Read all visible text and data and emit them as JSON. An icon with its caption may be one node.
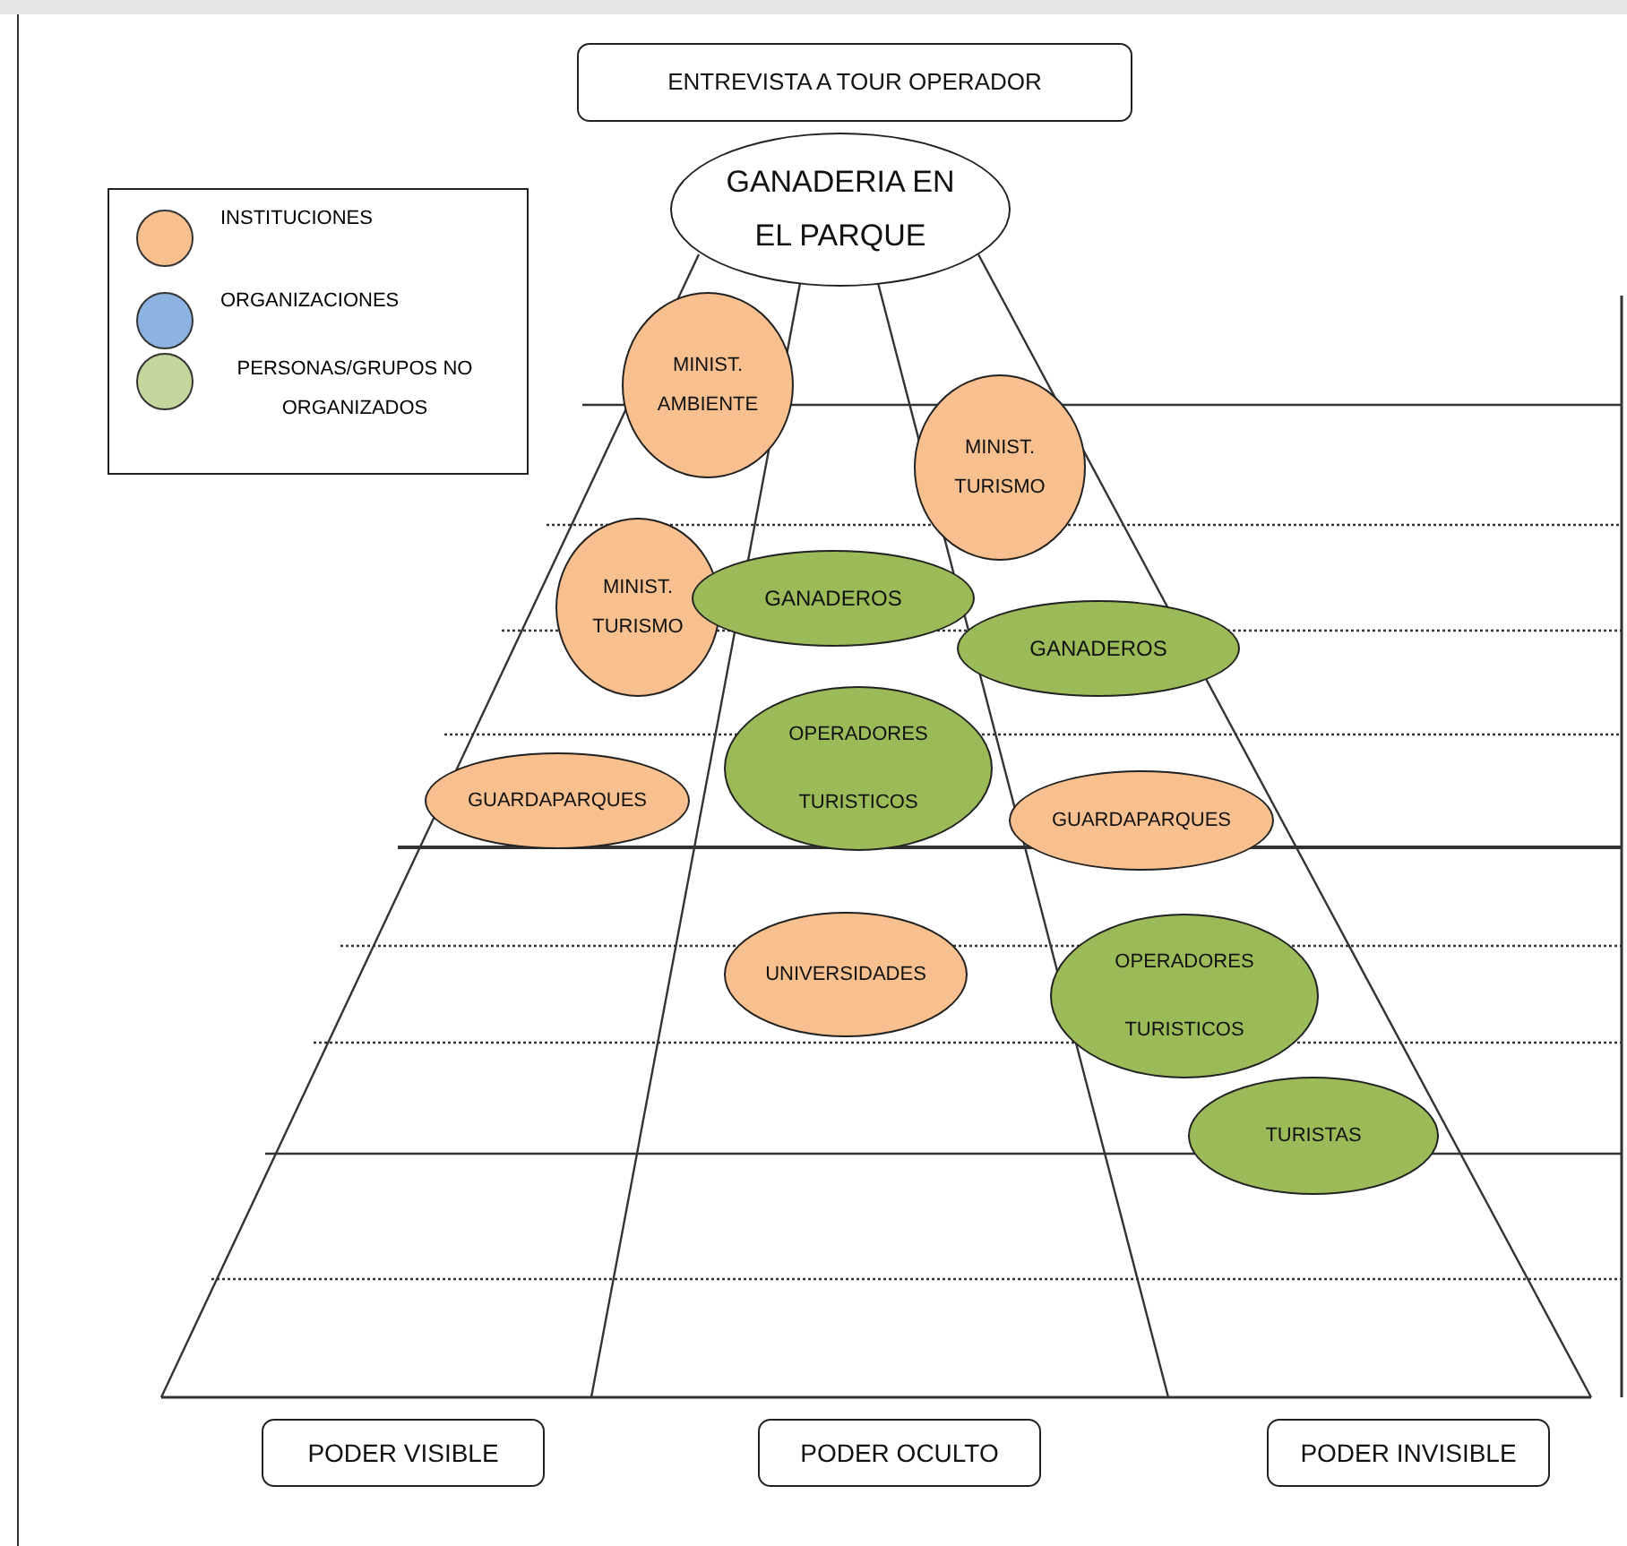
{
  "diagram": {
    "nodes": [
      {
        "text": [
          "ENTREVISTA A TOUR OPERADOR"
        ]
      },
      {
        "text": [
          "GANADERIA EN EL PARQUE"
        ]
      },
      {
        "text": [
          "MINIST. AMBIENTE"
        ]
      },
      {
        "text": [
          "MINIST. TURISMO"
        ]
      },
      {
        "text": [
          "MINIST. TURISMO"
        ]
      },
      {
        "text": [
          "GANADEROS"
        ]
      },
      {
        "text": [
          "GANADEROS"
        ]
      },
      {
        "text": [
          "GUARDAPARQUES"
        ]
      },
      {
        "text": [
          "OPERADORES TURISTICOS"
        ]
      },
      {
        "text": [
          "GUARDAPARQUES"
        ]
      },
      {
        "text": [
          "UNIVERSIDADES"
        ]
      },
      {
        "text": [
          "OPERADORES TURISTICOS"
        ]
      },
      {
        "text": [
          "TURISTAS"
        ]
      },
      {
        "text": [
          "PODER VISIBLE"
        ]
      },
      {
        "text": [
          "PODER OCULTO"
        ]
      },
      {
        "text": [
          "PODER INVISIBLE"
        ]
      }
    ],
    "edges": [],
    "legend": [
      {
        "text": "INSTITUCIONES",
        "color": "#f8c08f"
      },
      {
        "text": "ORGANIZACIONES",
        "color": "#8db3e2"
      },
      {
        "text": "PERSONAS/GRUPOS NO ORGANIZADOS",
        "color": "#c3d69b"
      }
    ]
  }
}
